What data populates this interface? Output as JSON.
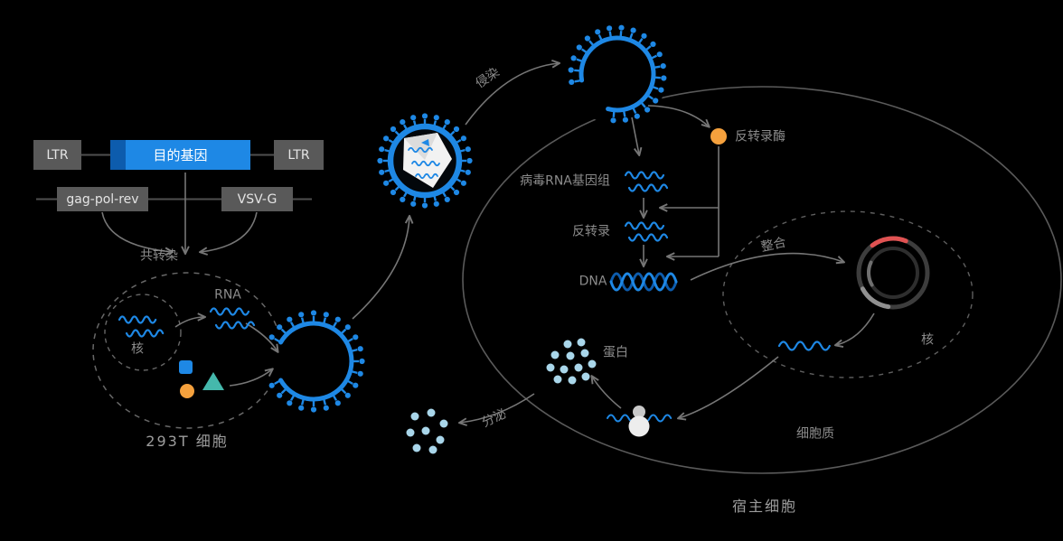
{
  "colors": {
    "background": "#000000",
    "blue": "#1e88e5",
    "dark_blue": "#0d5cad",
    "box_gray": "#595959",
    "arrow_gray": "#767676",
    "label_gray": "#8b8b8b",
    "orange": "#f5a13d",
    "teal": "#45b8ac",
    "light_blue": "#a9d6ea",
    "red": "#e05252",
    "white": "#ffffff"
  },
  "construct": {
    "ltr_left": "LTR",
    "target_gene": "目的基因",
    "ltr_right": "LTR",
    "packaging_plasmid": "gag-pol-rev",
    "envelope_plasmid": "VSV-G",
    "cotransfection": "共转染"
  },
  "producer_cell": {
    "name": "293T 细胞",
    "nucleus": "核",
    "rna": "RNA"
  },
  "process": {
    "infection": "侵染",
    "reverse_transcriptase": "反转录酶",
    "viral_rna_genome": "病毒RNA基因组",
    "reverse_transcription": "反转录",
    "dna": "DNA",
    "integration": "整合",
    "protein": "蛋白",
    "secretion": "分泌"
  },
  "host_cell": {
    "name": "宿主细胞",
    "nucleus": "核",
    "cytoplasm": "细胞质"
  }
}
